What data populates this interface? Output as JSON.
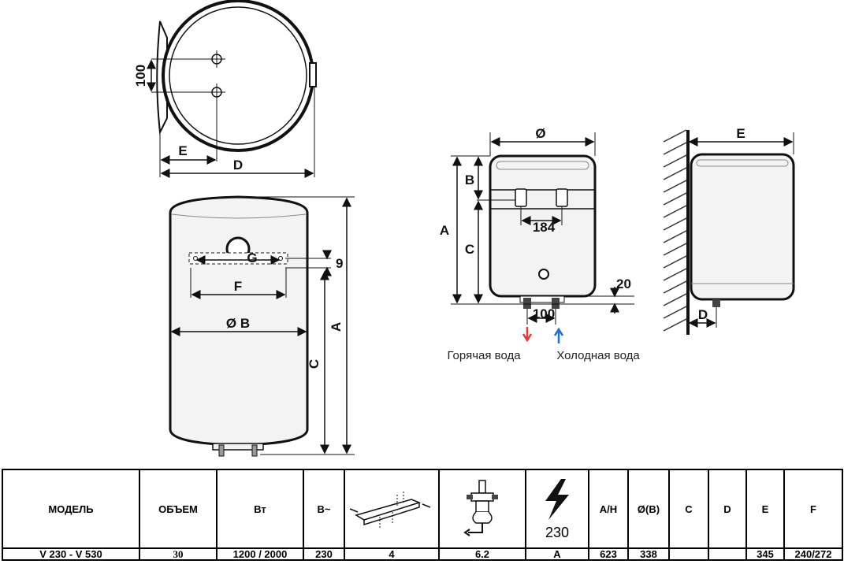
{
  "colors": {
    "line": "#111111",
    "body_fill": "#f3f3f3",
    "hot_arrow": "#e53935",
    "cold_arrow": "#1e6fd9",
    "wall_hatch": "#333333"
  },
  "labels": {
    "top_view": {
      "dim_100": "100",
      "dim_e": "E",
      "dim_d": "D"
    },
    "front_view": {
      "dim_g": "G",
      "dim_9": "9",
      "dim_f": "F",
      "dim_b": "Ø B",
      "dim_a": "A",
      "dim_c": "C"
    },
    "small_front": {
      "dim_dia": "Ø",
      "dim_b": "B",
      "dim_a": "A",
      "dim_c": "C",
      "dim_184": "184",
      "dim_20": "20",
      "dim_100": "100",
      "hot_water": "Горячая вода",
      "cold_water": "Холодная вода"
    },
    "side_view": {
      "dim_e": "E",
      "dim_d": "D"
    }
  },
  "table": {
    "headers": {
      "model": "МОДЕЛЬ",
      "volume": "ОБЪЕМ",
      "power": "Вт",
      "voltage": "В~",
      "bracket_icon": "wall-bracket-icon",
      "valve_icon": "safety-valve-icon",
      "electric_icon": "high-voltage-icon",
      "electric_label": "230",
      "a_h": "А/Н",
      "diameter_b": "Ø(B)",
      "c": "C",
      "d": "D",
      "e": "E",
      "f": "F"
    },
    "row": {
      "model": "V 230 - V 530",
      "volume": "30",
      "power": "1200 / 2000",
      "voltage": "230",
      "bracket": "4",
      "valve": "6.2",
      "electric": "A",
      "a_h": "623",
      "diameter_b": "338",
      "c": "",
      "d": "",
      "e": "345",
      "f": "240/272"
    }
  }
}
